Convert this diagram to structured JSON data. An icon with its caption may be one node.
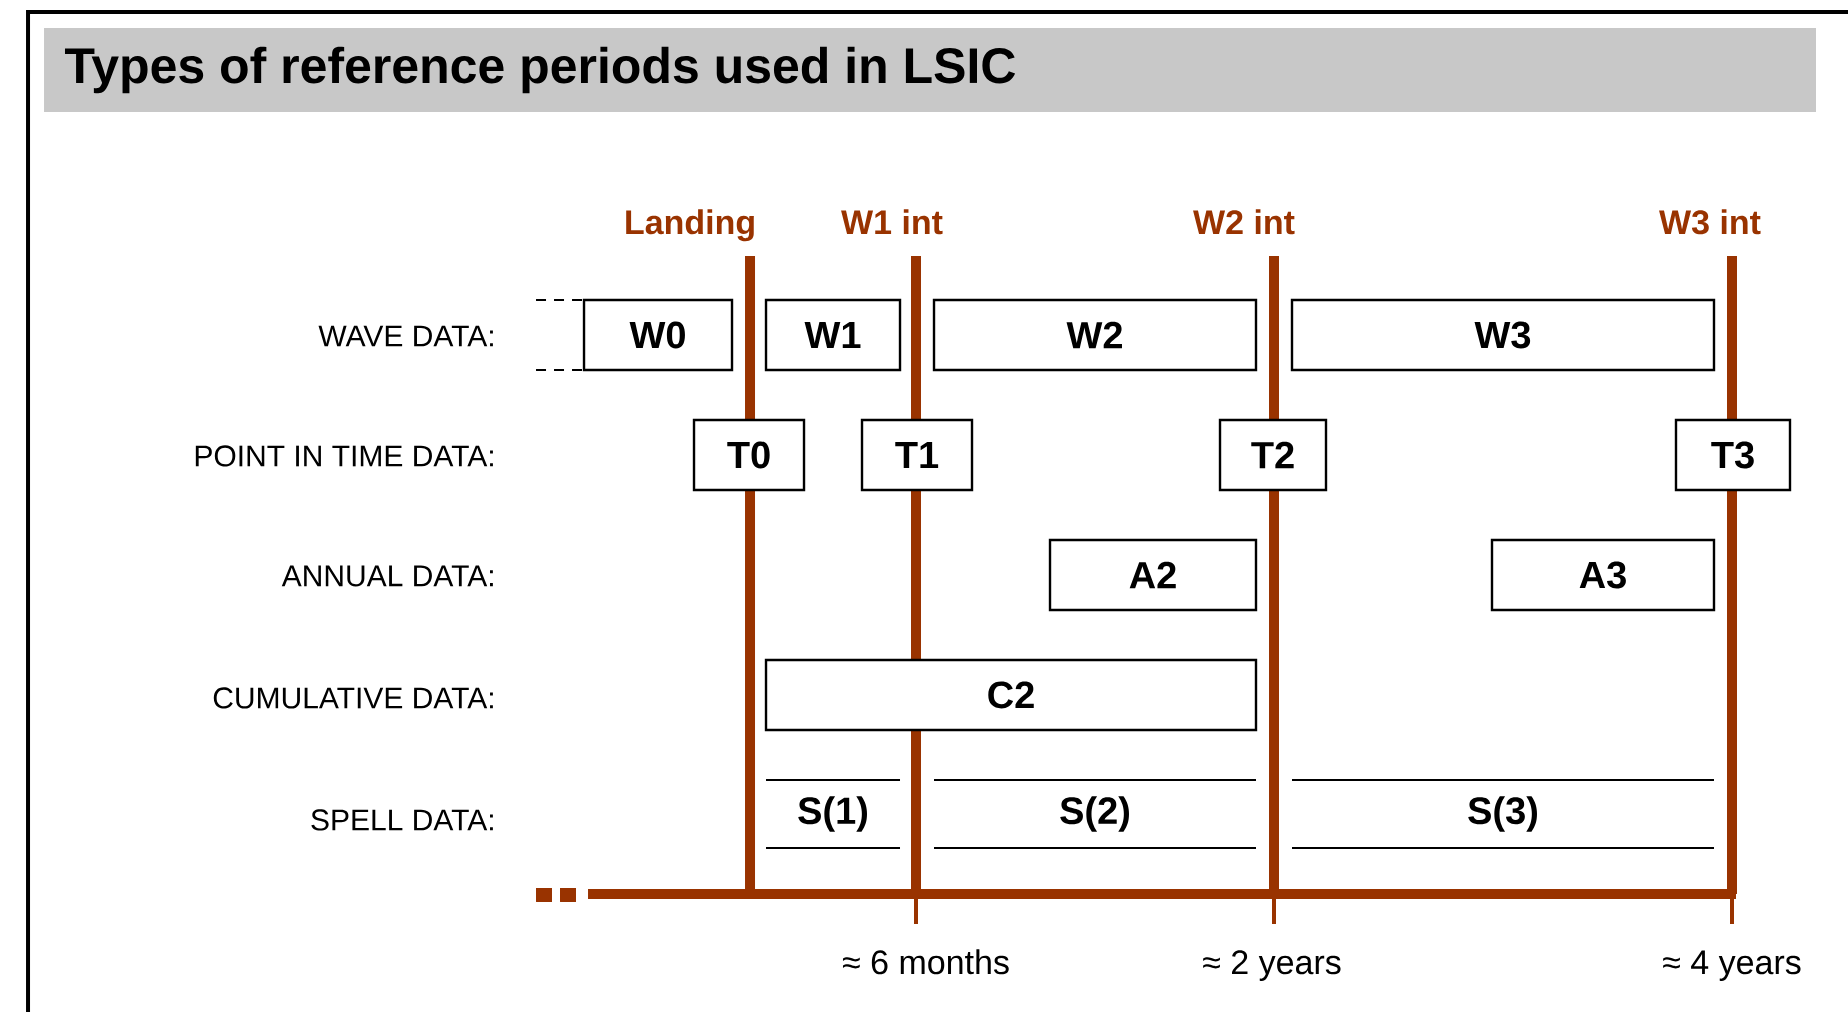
{
  "diagram": {
    "title": "Types of reference periods used in LSIC",
    "nodes": [
      {
        "text": [
          "W0"
        ]
      },
      {
        "text": [
          "W1"
        ]
      },
      {
        "text": [
          "W2"
        ]
      },
      {
        "text": [
          "W3"
        ]
      },
      {
        "text": [
          "T0"
        ]
      },
      {
        "text": [
          "T1"
        ]
      },
      {
        "text": [
          "T2"
        ]
      },
      {
        "text": [
          "T3"
        ]
      },
      {
        "text": [
          "A2"
        ]
      },
      {
        "text": [
          "A3"
        ]
      },
      {
        "text": [
          "C2"
        ]
      },
      {
        "text": [
          "S(1)"
        ]
      },
      {
        "text": [
          "S(2)"
        ]
      },
      {
        "text": [
          "S(3)"
        ]
      }
    ],
    "labels": [
      "Landing",
      "W1 int",
      "W2 int",
      "W3 int",
      "WAVE DATA:",
      "POINT IN TIME DATA:",
      "ANNUAL DATA:",
      "CUMULATIVE DATA:",
      "SPELL DATA:",
      "≈ 6 months",
      "≈ 2 years",
      "≈ 4 years"
    ]
  }
}
